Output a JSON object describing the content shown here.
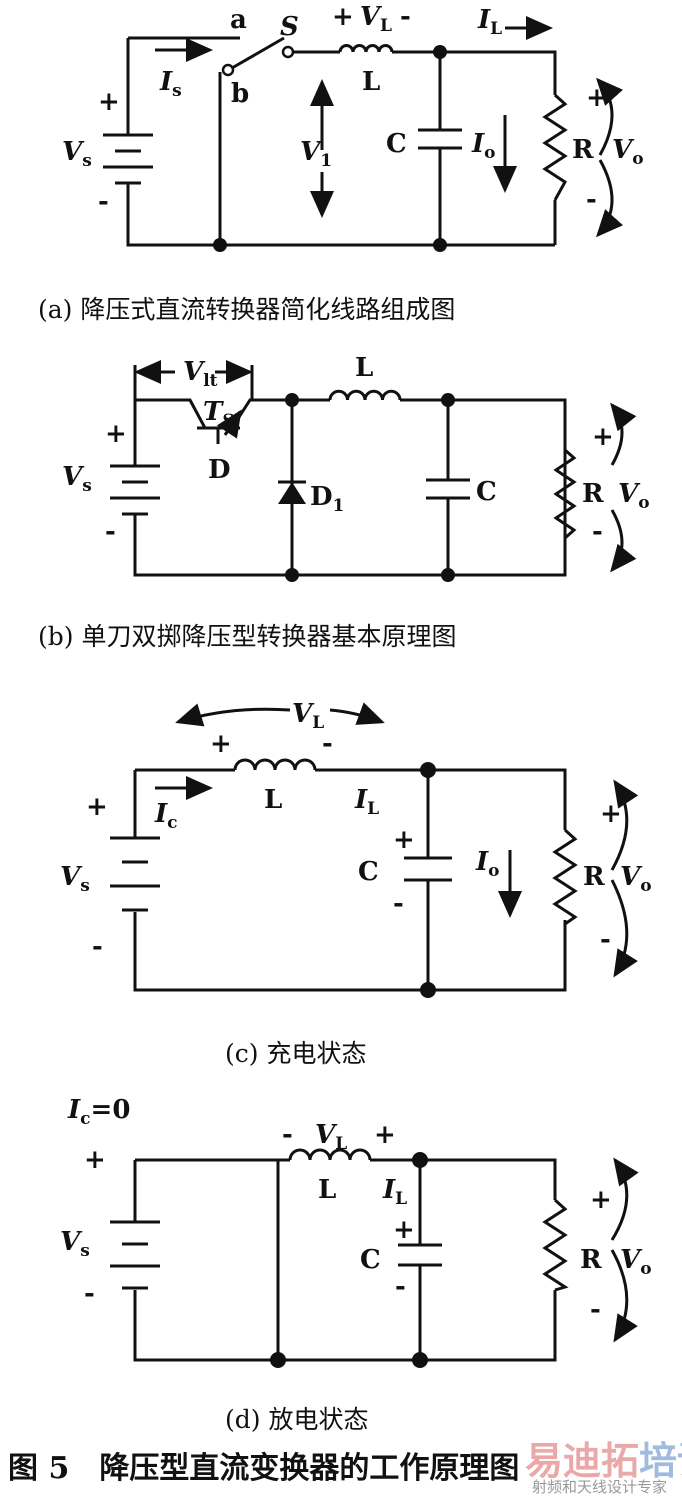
{
  "a": {
    "caption": "(a) 降压式直流转换器简化线路组成图",
    "labels": {
      "a": "a",
      "b": "b",
      "S": "S",
      "plus_vl": "+",
      "minus_vl": "-",
      "VL": "V",
      "VL_sub": "L",
      "IL": "I",
      "IL_sub": "L",
      "Is": "I",
      "Is_sub": "s",
      "Vs": "V",
      "Vs_sub": "s",
      "plus_s": "+",
      "minus_s": "-",
      "L": "L",
      "C": "C",
      "V1": "V",
      "V1_sub": "1",
      "Io": "I",
      "Io_sub": "o",
      "R": "R",
      "Vo": "V",
      "Vo_sub": "o",
      "plus_o": "+",
      "minus_o": "-"
    }
  },
  "b": {
    "caption": "(b) 单刀双掷降压型转换器基本原理图",
    "labels": {
      "Vlt": "V",
      "Vlt_sub": "lt",
      "Ts": "T",
      "Ts_sub": "S",
      "D": "D",
      "D1": "D",
      "D1_sub": "1",
      "L": "L",
      "C": "C",
      "Vs": "V",
      "Vs_sub": "s",
      "plus_s": "+",
      "minus_s": "-",
      "R": "R",
      "Vo": "V",
      "Vo_sub": "o",
      "plus_o": "+",
      "minus_o": "-"
    }
  },
  "c": {
    "caption": "(c) 充电状态",
    "labels": {
      "VL": "V",
      "VL_sub": "L",
      "plus_l": "+",
      "minus_l": "-",
      "L": "L",
      "Ic": "I",
      "Ic_sub": "c",
      "IL": "I",
      "IL_sub": "L",
      "Vs": "V",
      "Vs_sub": "s",
      "plus_s": "+",
      "minus_s": "-",
      "C": "C",
      "plus_c": "+",
      "minus_c": "-",
      "Io": "I",
      "Io_sub": "o",
      "R": "R",
      "Vo": "V",
      "Vo_sub": "o",
      "plus_o": "+",
      "minus_o": "-"
    }
  },
  "d": {
    "caption": "(d) 放电状态",
    "labels": {
      "Ic": "I",
      "Ic_sub": "c",
      "Ic_val": "=0",
      "VL": "V",
      "VL_sub": "L",
      "minus_l": "-",
      "plus_l": "+",
      "L": "L",
      "IL": "I",
      "IL_sub": "L",
      "Vs": "V",
      "Vs_sub": "s",
      "plus_s": "+",
      "minus_s": "-",
      "C": "C",
      "plus_c": "+",
      "minus_c": "-",
      "R": "R",
      "Vo": "V",
      "Vo_sub": "o",
      "plus_o": "+",
      "minus_o": "-"
    }
  },
  "figure_title": "图 5　降压型直流变换器的工作原理图",
  "watermark": {
    "main_red": "易迪拓",
    "main_blue": "培训",
    "sub": "射频和天线设计专家",
    "colors": {
      "red": "#e89a9a",
      "blue": "#8fb0d8"
    }
  }
}
